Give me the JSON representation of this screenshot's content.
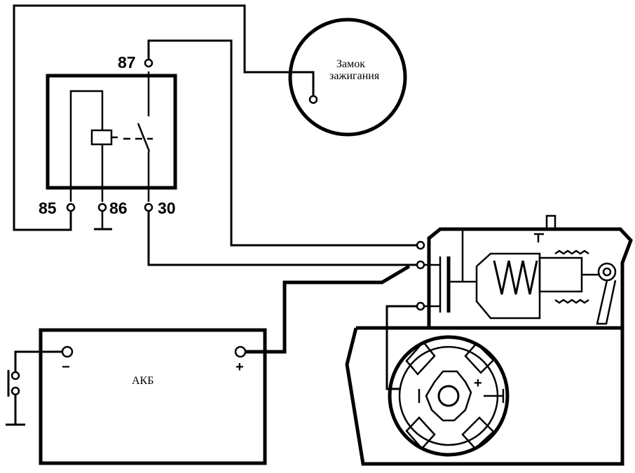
{
  "relay": {
    "pin_87": "87",
    "pin_85": "85",
    "pin_86": "86",
    "pin_30": "30"
  },
  "ignition_switch": {
    "label_line1": "Замок",
    "label_line2": "зажигания"
  },
  "battery": {
    "label": "АКБ",
    "minus": "−",
    "plus": "+"
  },
  "starter": {
    "plus": "+"
  },
  "colors": {
    "line": "#000000",
    "background": "#ffffff"
  }
}
